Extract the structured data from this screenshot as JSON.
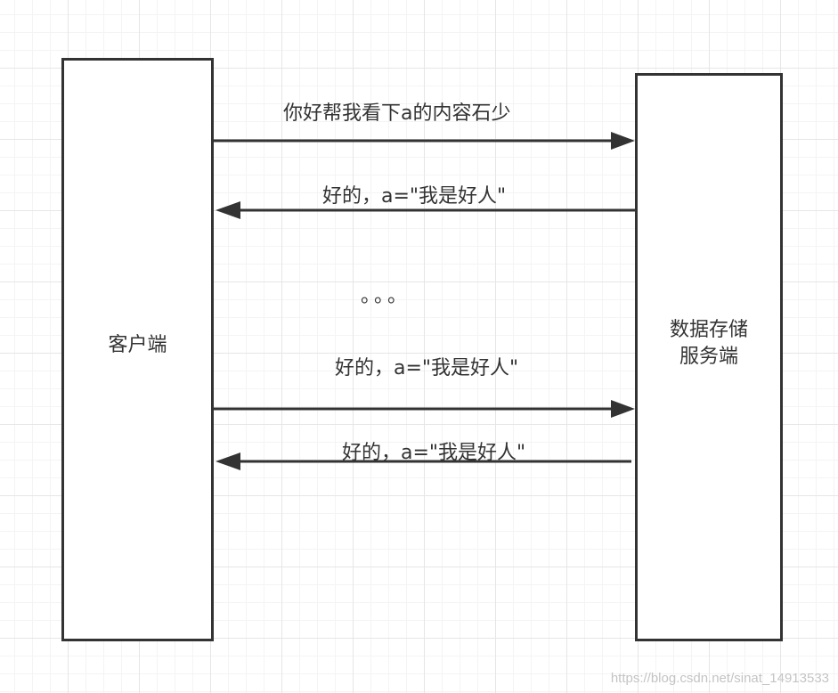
{
  "diagram": {
    "client": {
      "label": "客户端"
    },
    "server": {
      "label": "数据存储\n服务端"
    },
    "messages": [
      {
        "text": "你好帮我看下a的内容石少",
        "direction": "client-to-server"
      },
      {
        "text": "好的，a=\"我是好人\"",
        "direction": "server-to-client"
      },
      {
        "text": "。。。",
        "direction": "none"
      },
      {
        "text": "好的，a=\"我是好人\"",
        "direction": "client-to-server"
      },
      {
        "text": "好的，a=\"我是好人\"",
        "direction": "server-to-client"
      }
    ]
  },
  "watermark": "https://blog.csdn.net/sinat_14913533",
  "colors": {
    "line": "#333333",
    "grid": "#e6e6e6",
    "watermark": "#c4c4c4"
  }
}
